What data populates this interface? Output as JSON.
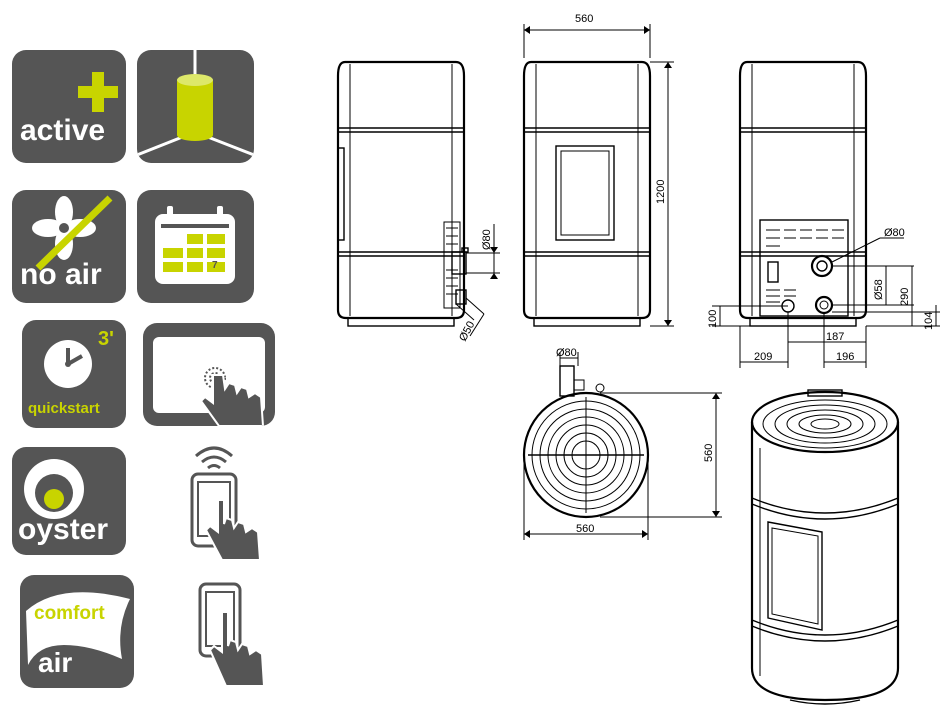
{
  "colors": {
    "tile_bg": "#555555",
    "accent": "#c8d400",
    "white": "#ffffff",
    "line": "#000000"
  },
  "icons": {
    "active": {
      "label": "active",
      "icon": "plus-icon"
    },
    "cylinder": {
      "icon": "cylinder-icon"
    },
    "no_air": {
      "label": "no air",
      "icon": "fan-crossed-icon"
    },
    "calendar": {
      "icon": "calendar-icon",
      "day": "7"
    },
    "quickstart": {
      "label": "quickstart",
      "sup": "3'",
      "icon": "clock-icon"
    },
    "tablet": {
      "icon": "tablet-touch-icon"
    },
    "oyster": {
      "label": "oyster",
      "icon": "oyster-icon"
    },
    "phone_wifi": {
      "icon": "phone-wifi-icon"
    },
    "comfort_air": {
      "label_top": "comfort",
      "label_bottom": "air",
      "icon": "comfort-air-icon"
    },
    "phone": {
      "icon": "phone-touch-icon"
    }
  },
  "dimensions": {
    "front_width": "560",
    "height": "1200",
    "side_flue": "Ø80",
    "side_inlet": "Ø50",
    "rear_flue": "Ø80",
    "rear_58": "Ø58",
    "rear_290": "290",
    "rear_104": "104",
    "rear_100": "100",
    "rear_209": "209",
    "rear_187": "187",
    "rear_196": "196",
    "top_flue": "Ø80",
    "top_depth": "560",
    "top_width": "560"
  }
}
